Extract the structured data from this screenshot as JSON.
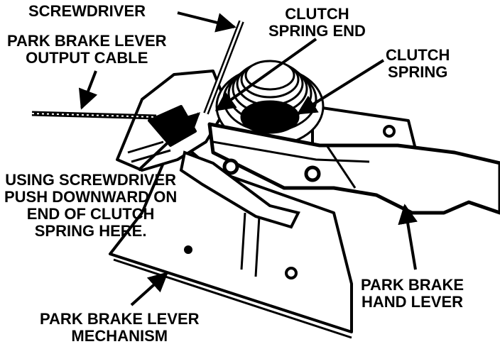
{
  "labels": {
    "screwdriver": "SCREWDRIVER",
    "clutch_spring_end": [
      "CLUTCH",
      "SPRING END"
    ],
    "output_cable": [
      "PARK BRAKE LEVER",
      "OUTPUT CABLE"
    ],
    "clutch_spring": [
      "CLUTCH",
      "SPRING"
    ],
    "instruction": [
      "USING SCREWDRIVER",
      "PUSH DOWNWARD ON",
      "END OF CLUTCH",
      "SPRING HERE."
    ],
    "hand_lever": [
      "PARK BRAKE",
      "HAND LEVER"
    ],
    "mechanism": [
      "PARK BRAKE LEVER",
      "MECHANISM"
    ]
  },
  "colors": {
    "ink": "#000000",
    "paper": "#ffffff"
  }
}
